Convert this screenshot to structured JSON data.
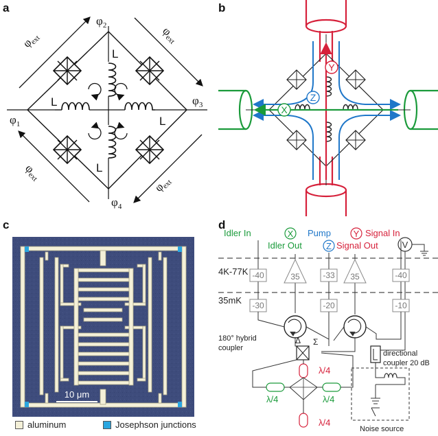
{
  "panels": {
    "a": "a",
    "b": "b",
    "c": "c",
    "d": "d"
  },
  "panel_a": {
    "phi_labels": [
      "φ",
      "φ",
      "φ",
      "φ"
    ],
    "phi_subs": [
      "2",
      "3",
      "1",
      "4"
    ],
    "phi_ext": "φ",
    "phi_ext_sub": "ext",
    "inductor_label": "L"
  },
  "panel_b": {
    "mode_labels": [
      "Y",
      "Z",
      "X"
    ],
    "colors": {
      "red": "#d6203a",
      "blue": "#1f77c9",
      "green": "#1a9a3a"
    }
  },
  "panel_c": {
    "scale_bar": "10 μm",
    "legend": [
      "aluminum",
      "Josephson junctions"
    ],
    "colors": {
      "aluminum": "#f4f0d8",
      "junctions": "#2aa6e0",
      "substrate": "#3c4a78"
    }
  },
  "panel_d": {
    "idler_in": "Idler In",
    "idler_out": "Idler Out",
    "pump": "Pump",
    "signal_in": "Signal In",
    "signal_out": "Signal Out",
    "x_mode": "X",
    "y_mode": "Y",
    "z_mode": "Z",
    "voltmeter": "V",
    "stage_1": "4K-77K",
    "stage_2": "35mK",
    "att_top": [
      "-40",
      "-33",
      "-40"
    ],
    "att_bottom": [
      "-30",
      "-20",
      "-10"
    ],
    "amp_gain": [
      "35",
      "35"
    ],
    "hybrid_label": "180° hybrid\ncoupler",
    "delta": "Δ",
    "sigma": "Σ",
    "dir_coupler": "directional\ncoupler 20 dB",
    "lambda4": "λ/4",
    "noise_source": "Noise source"
  }
}
